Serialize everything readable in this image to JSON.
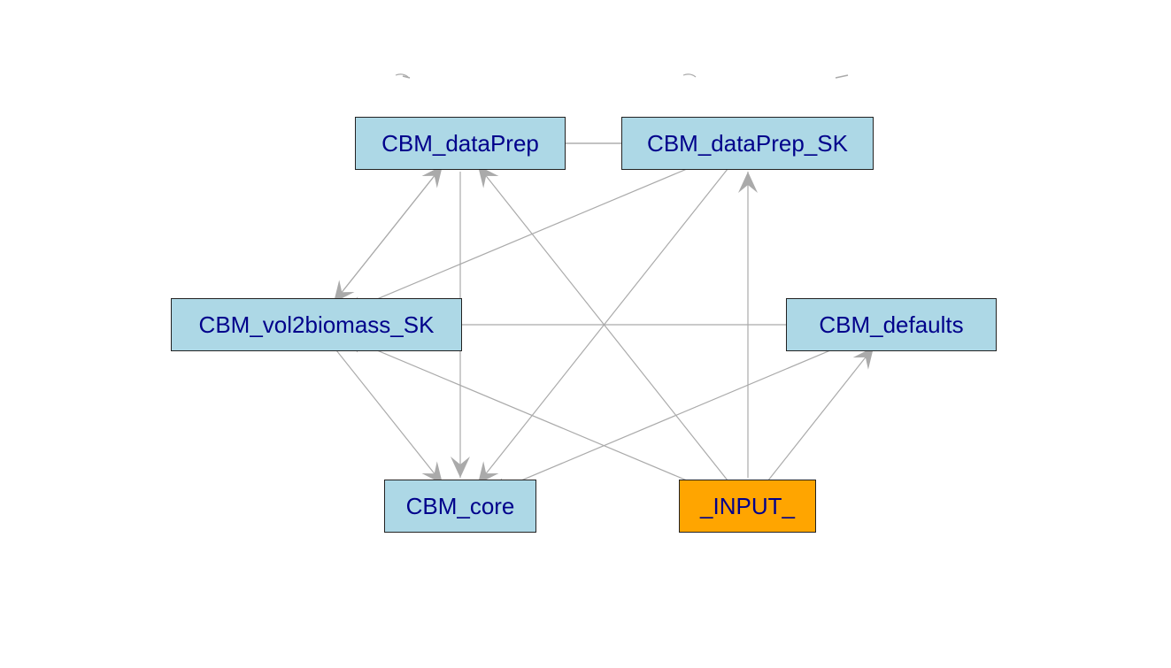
{
  "colors": {
    "module_fill": "#add8e6",
    "input_fill": "#ffa500",
    "label": "#00008b",
    "edge": "#aaaaaa"
  },
  "nodes": {
    "dataPrep": {
      "label": "CBM_dataPrep",
      "kind": "module"
    },
    "dataPrepSK": {
      "label": "CBM_dataPrep_SK",
      "kind": "module"
    },
    "vol2bio": {
      "label": "CBM_vol2biomass_SK",
      "kind": "module"
    },
    "defaults": {
      "label": "CBM_defaults",
      "kind": "module"
    },
    "core": {
      "label": "CBM_core",
      "kind": "module"
    },
    "input": {
      "label": "_INPUT_",
      "kind": "input"
    }
  },
  "edges": [
    {
      "from": "dataPrep",
      "to": "dataPrepSK"
    },
    {
      "from": "dataPrepSK",
      "to": "dataPrep"
    },
    {
      "from": "dataPrep",
      "to": "vol2bio"
    },
    {
      "from": "vol2bio",
      "to": "dataPrep"
    },
    {
      "from": "dataPrep",
      "to": "core"
    },
    {
      "from": "dataPrepSK",
      "to": "vol2bio"
    },
    {
      "from": "dataPrepSK",
      "to": "core"
    },
    {
      "from": "defaults",
      "to": "vol2bio"
    },
    {
      "from": "defaults",
      "to": "core"
    },
    {
      "from": "vol2bio",
      "to": "core"
    },
    {
      "from": "input",
      "to": "dataPrep"
    },
    {
      "from": "input",
      "to": "dataPrepSK"
    },
    {
      "from": "input",
      "to": "vol2bio"
    },
    {
      "from": "input",
      "to": "defaults"
    },
    {
      "from": "dataPrep",
      "to": "dataPrep",
      "self": true
    },
    {
      "from": "input",
      "to": "input",
      "self": true
    }
  ]
}
